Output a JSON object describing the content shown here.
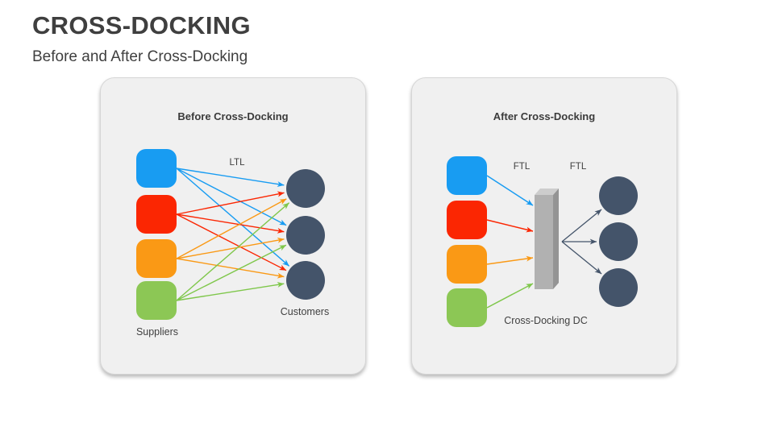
{
  "slide": {
    "title": "CROSS-DOCKING",
    "subtitle": "Before and After Cross-Docking"
  },
  "panels": {
    "before": {
      "title": "Before Cross-Docking",
      "flow_label": "LTL",
      "suppliers_label": "Suppliers",
      "customers_label": "Customers",
      "supplier_colors": [
        "blue",
        "red",
        "orange",
        "green"
      ],
      "customer_count": 3
    },
    "after": {
      "title": "After Cross-Docking",
      "inbound_label": "FTL",
      "outbound_label": "FTL",
      "dc_label": "Cross-Docking DC",
      "supplier_colors": [
        "blue",
        "red",
        "orange",
        "green"
      ],
      "customer_count": 3
    }
  },
  "colors": {
    "blue": "#189CF2",
    "red": "#FB2602",
    "orange": "#FA9915",
    "green": "#8CC755",
    "green_arrow": "#7FC74B",
    "dark": "#44546A",
    "bar_front": "#B1B1B1",
    "bar_top": "#CDCDCD",
    "bar_side": "#949494",
    "panel_bg": "#F0F0F0",
    "panel_border": "#D6D6D6",
    "text": "#3F3F3F"
  }
}
